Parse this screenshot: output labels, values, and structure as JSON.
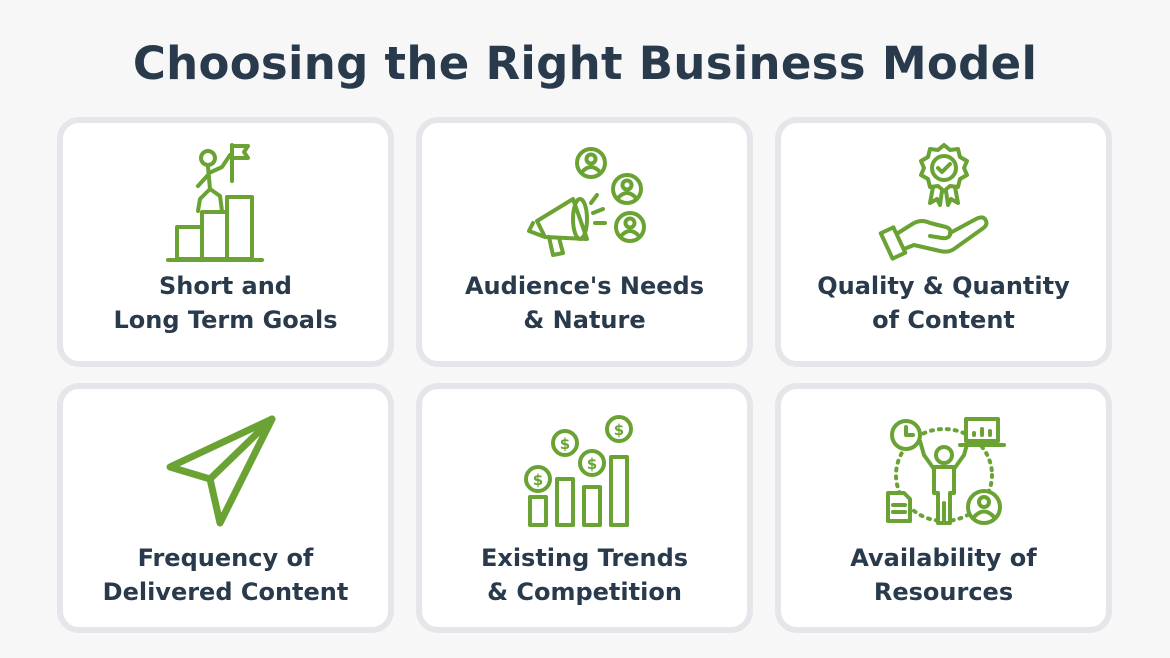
{
  "title": "Choosing the Right Business Model",
  "accent_color": "#6aa334",
  "text_color": "#283a4b",
  "cards": [
    {
      "icon": "goal-flag-stairs-icon",
      "lines": [
        "Short and",
        "Long Term Goals"
      ]
    },
    {
      "icon": "megaphone-audience-icon",
      "lines": [
        "Audience's Needs",
        "& Nature"
      ]
    },
    {
      "icon": "quality-badge-hand-icon",
      "lines": [
        "Quality & Quantity",
        "of Content"
      ]
    },
    {
      "icon": "paper-plane-icon",
      "lines": [
        "Frequency of",
        "Delivered Content"
      ]
    },
    {
      "icon": "dollar-bar-chart-icon",
      "lines": [
        "Existing Trends",
        "& Competition"
      ]
    },
    {
      "icon": "resources-person-icon",
      "lines": [
        "Availability of",
        "Resources"
      ]
    }
  ]
}
